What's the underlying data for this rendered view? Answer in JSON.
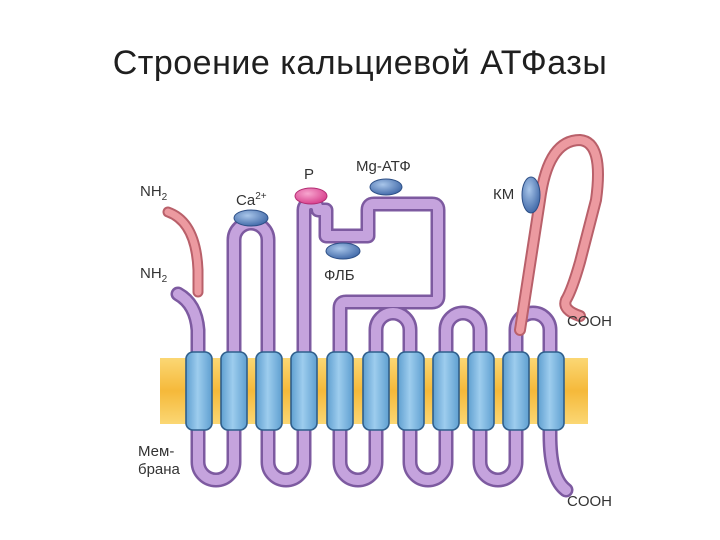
{
  "title": "Строение кальциевой АТФазы",
  "labels": {
    "nh2_top": "NH",
    "nh2_top_sub": "2",
    "nh2_bottom": "NH",
    "nh2_bottom_sub": "2",
    "ca": "Ca",
    "ca_sup": "2+",
    "p": "P",
    "mg_atp": "Mg-АТФ",
    "flb": "ФЛБ",
    "km": "КМ",
    "cooh_top": "COOH",
    "cooh_bottom": "COOH",
    "membrane_line1": "Мем-",
    "membrane_line2": "брана"
  },
  "colors": {
    "membrane": "#f7c24a",
    "helix": "#7fb9e0",
    "chain_purple": "#a57cc5",
    "chain_red": "#e8888d",
    "blob_blue": "#4f79b8",
    "blob_pink": "#e6509a"
  },
  "icons": [
    "ca-binding-site-icon",
    "phosphate-site-icon",
    "mg-atp-site-icon",
    "phospholamban-site-icon",
    "calmodulin-site-icon"
  ]
}
